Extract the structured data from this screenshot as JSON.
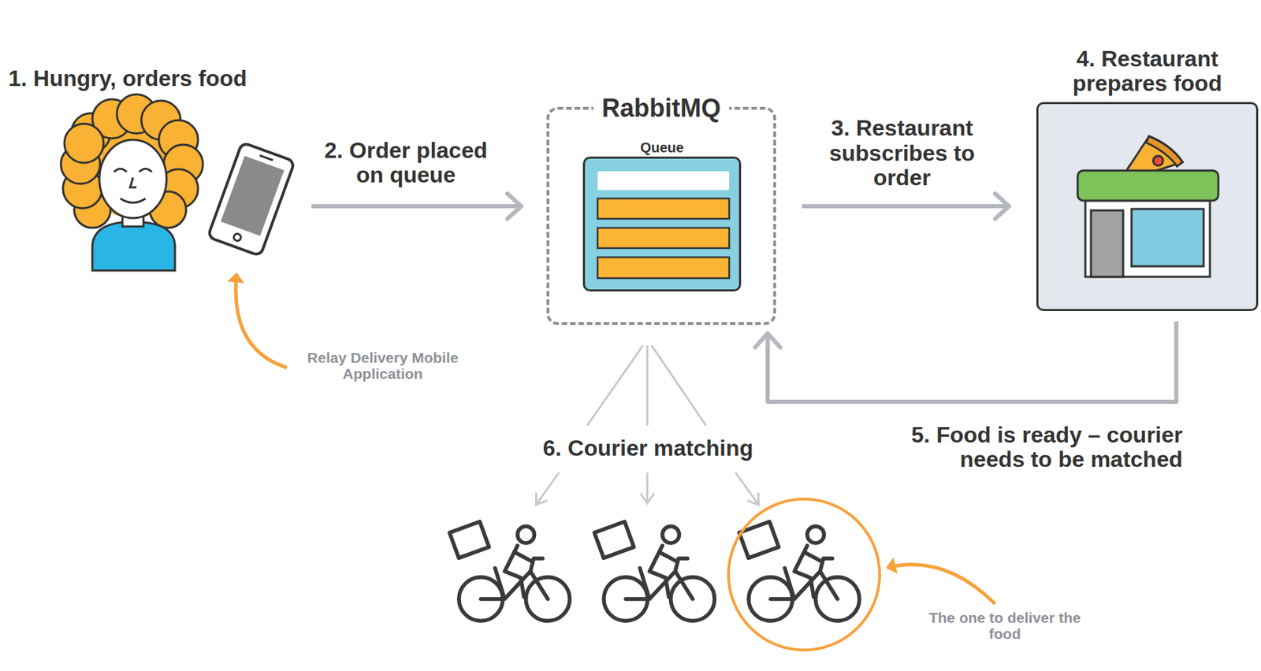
{
  "diagram": {
    "nodes": [
      {
        "text": [
          "1. Hungry, orders food"
        ]
      },
      {
        "text": [
          "RabbitMQ"
        ]
      },
      {
        "text": [
          "Queue"
        ],
        "in": 1
      },
      {
        "text": [
          "4. Restaurant prepares food"
        ]
      }
    ],
    "edges": [
      {
        "from": 0,
        "to": 1,
        "arrow": "to",
        "label": "2. Order placed on queue"
      },
      {
        "from": 1,
        "to": 3,
        "arrow": "to",
        "label": "3. Restaurant subscribes to order"
      },
      {
        "from": 3,
        "to": 1,
        "arrow": "to",
        "label": "5. Food is ready – courier needs to be matched"
      }
    ],
    "labels": [
      "6. Courier matching",
      "Relay Delivery Mobile Application",
      "The one to deliver the food"
    ]
  }
}
